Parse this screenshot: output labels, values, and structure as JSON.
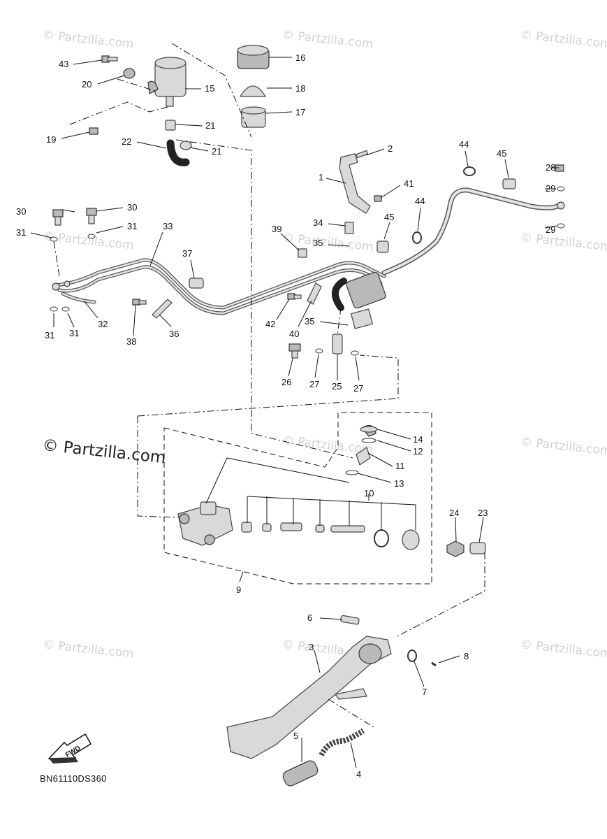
{
  "watermarks": {
    "small": "© Partzilla.com",
    "large": "© Partzilla.com"
  },
  "diagram_code": "BN61110DS360",
  "fwd_label": "FWD",
  "callouts": [
    "1",
    "2",
    "3",
    "4",
    "5",
    "6",
    "7",
    "8",
    "9",
    "10",
    "11",
    "12",
    "13",
    "14",
    "15",
    "16",
    "17",
    "18",
    "19",
    "20",
    "21",
    "22",
    "23",
    "24",
    "25",
    "26",
    "27",
    "28",
    "29",
    "30",
    "31",
    "32",
    "33",
    "34",
    "35",
    "36",
    "37",
    "38",
    "39",
    "40",
    "41",
    "42",
    "43",
    "44",
    "45"
  ]
}
